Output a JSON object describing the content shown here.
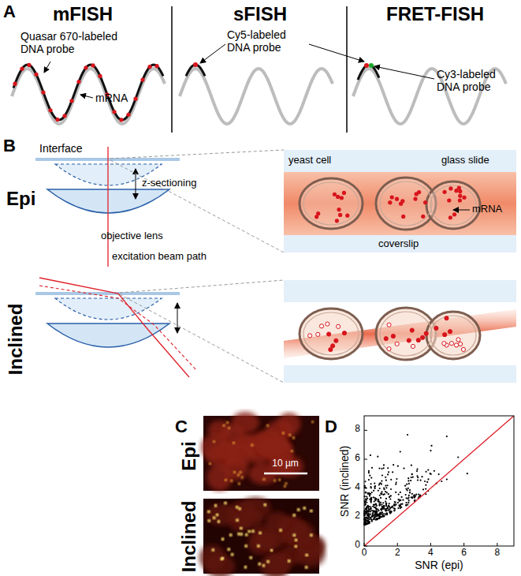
{
  "diagram": {
    "labels": [
      "A",
      "mFISH",
      "sFISH",
      "FRET-FISH",
      "Quasar 670-labeled DNA probe",
      "mRNA",
      "Cy5-labeled DNA probe",
      "Cy3-labeled DNA probe",
      "B",
      "Interface",
      "Epi",
      "z-sectioning",
      "objective lens",
      "excitation beam path",
      "yeast cell",
      "glass slide",
      "mRNA",
      "coverslip",
      "Inclined",
      "C",
      "Epi",
      "Inclined",
      "10 µm",
      "D",
      "SNR (inclined)",
      "SNR (epi)",
      "0",
      "2",
      "4",
      "6",
      "8",
      "0",
      "2",
      "4",
      "6",
      "8"
    ]
  }
}
